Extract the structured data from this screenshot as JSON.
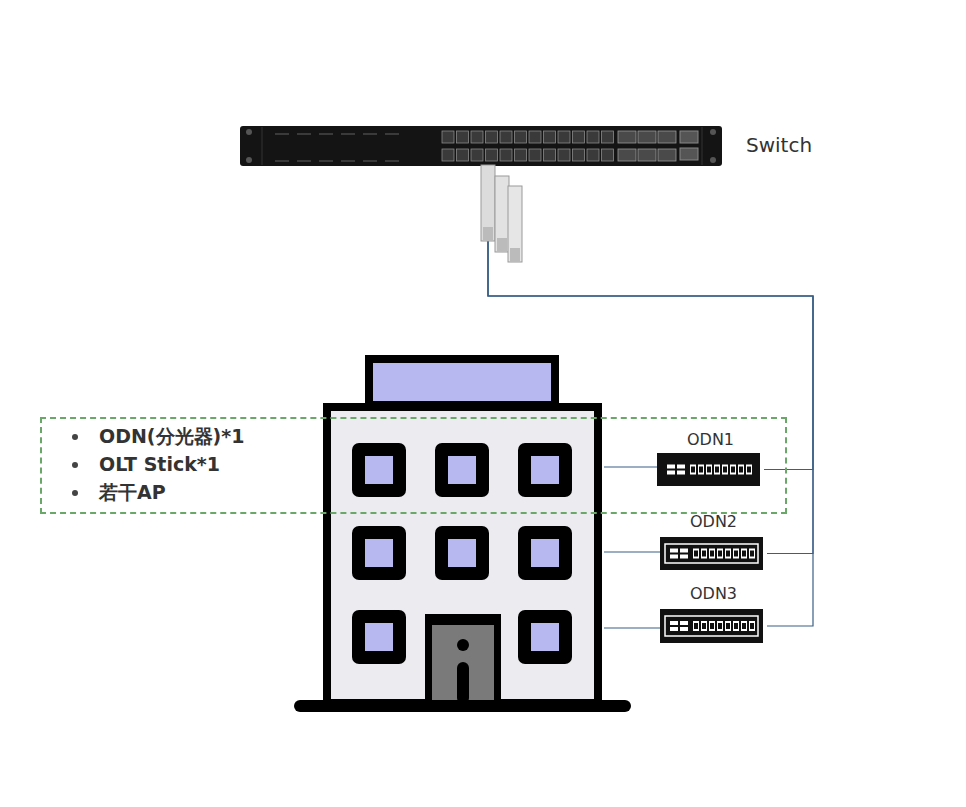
{
  "diagram": {
    "nodes": [
      {
        "text": [
          "Switch"
        ]
      },
      {
        "text": [
          "ODN(分光器)*1",
          "OLT Stick*1",
          "若干AP"
        ]
      },
      {
        "text": [
          "ODN1"
        ],
        "in": 1
      },
      {
        "text": [
          "ODN2"
        ]
      },
      {
        "text": [
          "ODN3"
        ]
      }
    ],
    "edges": [
      {
        "from": 0,
        "to": 2,
        "arrow": "none"
      },
      {
        "from": 0,
        "to": 3,
        "arrow": "none"
      },
      {
        "from": 0,
        "to": 4,
        "arrow": "none"
      }
    ]
  }
}
